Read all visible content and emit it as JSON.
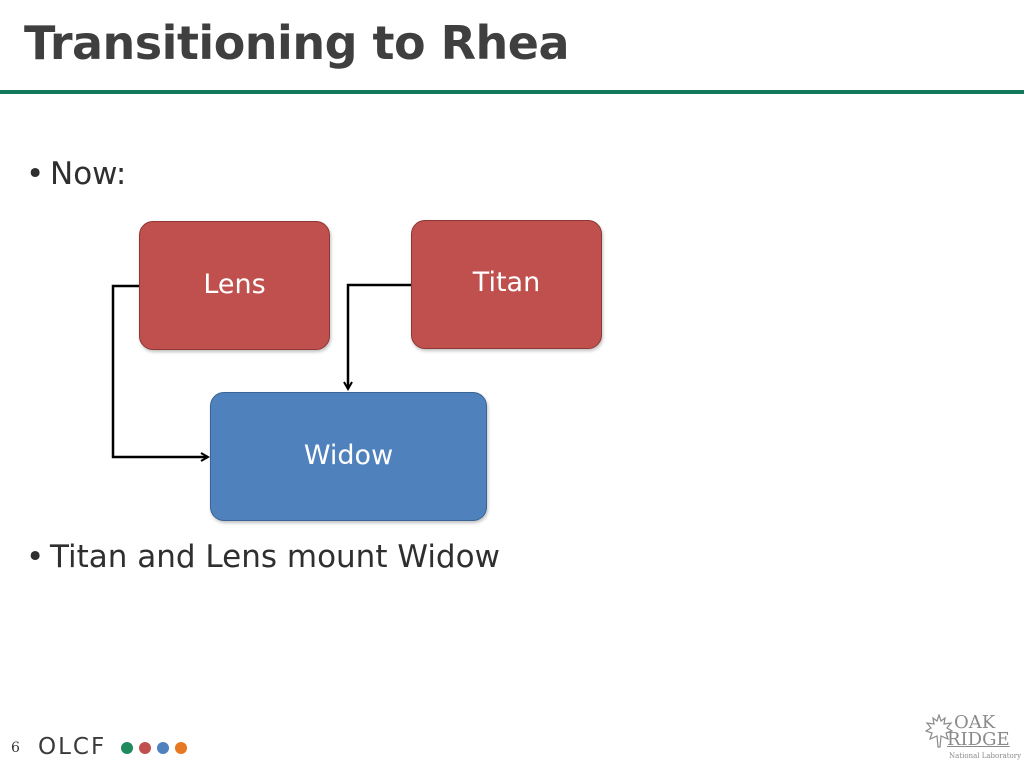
{
  "slide": {
    "title": "Transitioning to Rhea",
    "bullets": [
      "Now:",
      "Titan and Lens mount Widow"
    ],
    "bullet_glyph": "•",
    "page_number": "6"
  },
  "diagram": {
    "nodes": [
      {
        "id": "lens",
        "label": "Lens",
        "color": "#c0504d"
      },
      {
        "id": "titan",
        "label": "Titan",
        "color": "#c0504d"
      },
      {
        "id": "widow",
        "label": "Widow",
        "color": "#4f81bd"
      }
    ],
    "edges": [
      {
        "from": "lens",
        "to": "widow"
      },
      {
        "from": "titan",
        "to": "widow"
      }
    ]
  },
  "footer": {
    "logo_text": "OLCF",
    "logo_dot_colors": [
      "#1f8a5b",
      "#c0504d",
      "#4f81bd",
      "#e87722"
    ],
    "partner_logo": {
      "line1": "OAK",
      "line2": "RIDGE",
      "line3": "National Laboratory",
      "icon": "maple-leaf-icon"
    }
  },
  "colors": {
    "accent_rule": "#127a5b",
    "title_text": "#3f3f3f"
  }
}
